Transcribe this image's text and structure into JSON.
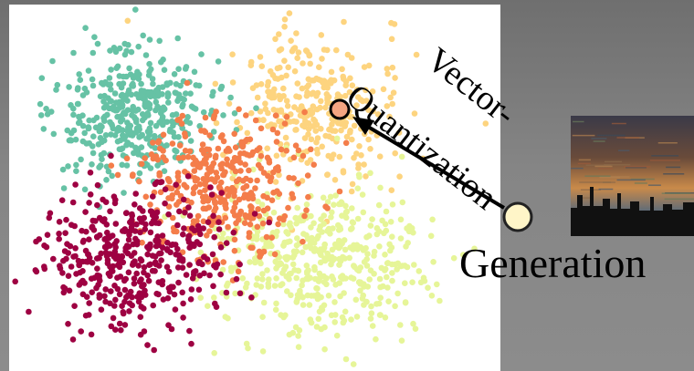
{
  "labels": {
    "vq_line1": "Vector-",
    "vq_line2": "Quantization",
    "generation": "Generation"
  },
  "clusters": [
    {
      "name": "teal",
      "color": "#66c2a5"
    },
    {
      "name": "orange",
      "color": "#f47d4a"
    },
    {
      "name": "peach",
      "color": "#fdd47f"
    },
    {
      "name": "crimson",
      "color": "#9e0142"
    },
    {
      "name": "light-yellow",
      "color": "#e6f598"
    }
  ],
  "colors": {
    "panel_background": "#ffffff",
    "query_point": "#f4a582",
    "generated_point": "#fff5c8",
    "arrow": "#000000"
  }
}
